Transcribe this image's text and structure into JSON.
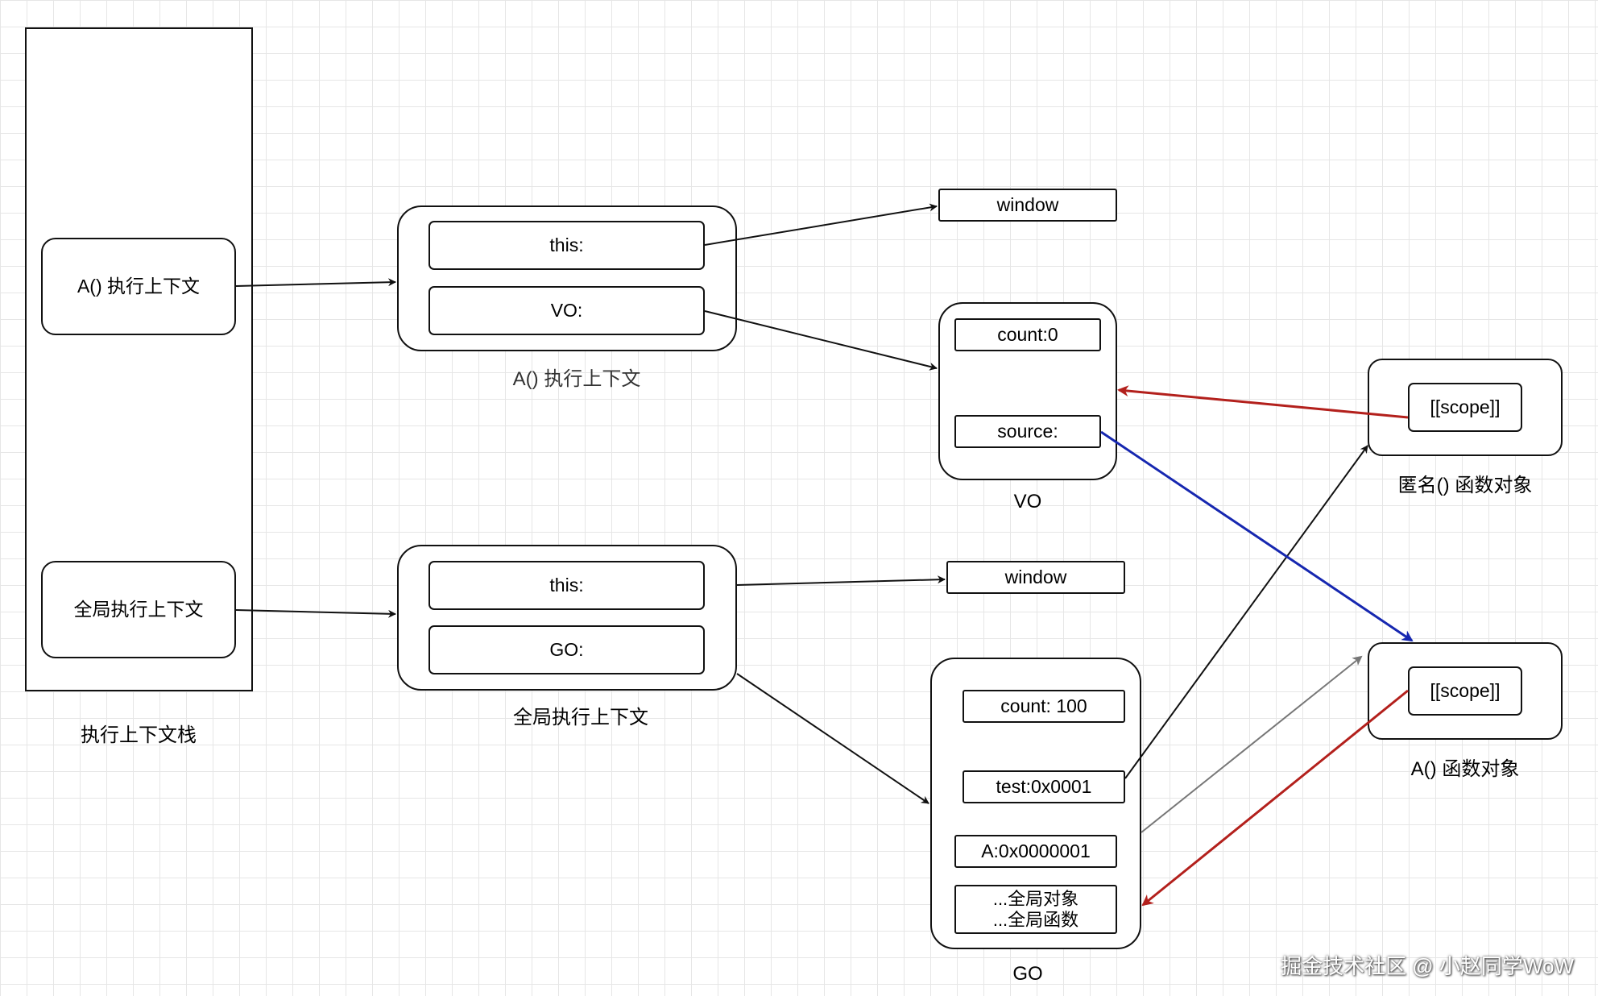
{
  "stack": {
    "caption": "执行上下文栈",
    "a_item": "A() 执行上下文",
    "global_item": "全局执行上下文"
  },
  "a_context": {
    "this_label": "this:",
    "vo_label": "VO:",
    "caption": "A() 执行上下文"
  },
  "global_context": {
    "this_label": "this:",
    "go_label": "GO:",
    "caption": "全局执行上下文"
  },
  "window_top": "window",
  "window_bottom": "window",
  "vo": {
    "caption": "VO",
    "count": "count:0",
    "source": "source:"
  },
  "go": {
    "caption": "GO",
    "count": "count: 100",
    "test": "test:0x0001",
    "a": "A:0x0000001",
    "globals_line1": "...全局对象",
    "globals_line2": "...全局函数"
  },
  "anon_func": {
    "scope": "[[scope]]",
    "caption": "匿名() 函数对象"
  },
  "a_func": {
    "scope": "[[scope]]",
    "caption": "A() 函数对象"
  },
  "watermark": "掘金技术社区 @ 小赵同学WoW",
  "colors": {
    "grid": "#e6e6e6",
    "black_arrow": "#111111",
    "red_arrow": "#b3201c",
    "blue_arrow": "#1627b0",
    "gray_arrow": "#777777"
  }
}
